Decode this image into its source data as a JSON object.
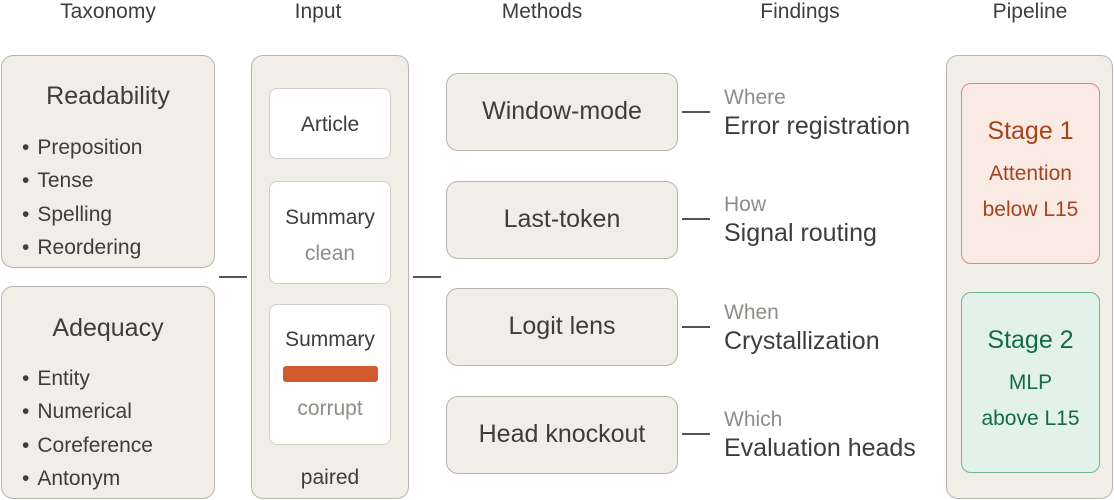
{
  "headers": {
    "taxonomy": "Taxonomy",
    "input": "Input",
    "methods": "Methods",
    "findings": "Findings",
    "pipeline": "Pipeline"
  },
  "taxonomy": {
    "readability": {
      "title": "Readability",
      "items": [
        "Preposition",
        "Tense",
        "Spelling",
        "Reordering"
      ]
    },
    "adequacy": {
      "title": "Adequacy",
      "items": [
        "Entity",
        "Numerical",
        "Coreference",
        "Antonym"
      ]
    }
  },
  "input": {
    "article": "Article",
    "summary_clean_title": "Summary",
    "summary_clean_sub": "clean",
    "summary_corrupt_title": "Summary",
    "summary_corrupt_sub": "corrupt",
    "footer": "paired",
    "corrupt_bar_color": "#d35a30"
  },
  "methods": [
    "Window-mode",
    "Last-token",
    "Logit lens",
    "Head knockout"
  ],
  "findings": [
    {
      "question": "Where",
      "answer": "Error registration"
    },
    {
      "question": "How",
      "answer": "Signal routing"
    },
    {
      "question": "When",
      "answer": "Crystallization"
    },
    {
      "question": "Which",
      "answer": "Evaluation heads"
    }
  ],
  "pipeline": {
    "stage1": {
      "title": "Stage 1",
      "line1": "Attention",
      "line2": "below L15",
      "color": "#a5431f",
      "bg": "#faeae4",
      "border": "#d08f78"
    },
    "stage2": {
      "title": "Stage 2",
      "line1": "MLP",
      "line2": "above L15",
      "color": "#146a4a",
      "bg": "#e2f2eb",
      "border": "#6db596"
    }
  }
}
